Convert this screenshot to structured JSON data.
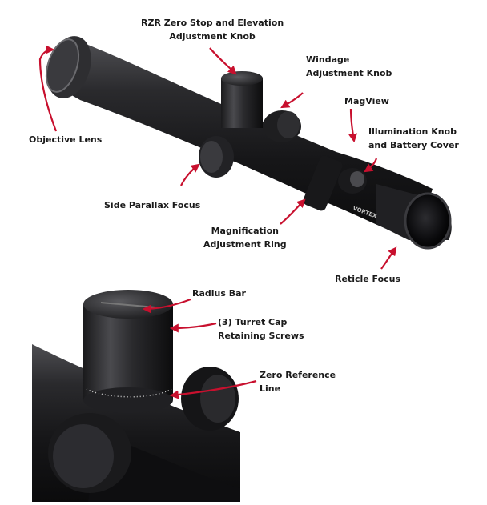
{
  "colors": {
    "background": "#ffffff",
    "scope_body": "#1c1c1e",
    "scope_highlight": "#5a5a5e",
    "lens_glass": "#0e0e10",
    "callout_arrow": "#c8102e",
    "label_text": "#1a1a1a"
  },
  "brand_text": "VORTEX",
  "labels": {
    "zero_stop": "RZR Zero Stop and Elevation\nAdjustment Knob",
    "windage": "Windage\nAdjustment Knob",
    "magview": "MagView",
    "illumination": "Illumination Knob\nand Battery Cover",
    "objective": "Objective Lens",
    "parallax": "Side Parallax Focus",
    "magnification": "Magnification\nAdjustment Ring",
    "reticle": "Reticle Focus",
    "radius_bar": "Radius Bar",
    "retaining_screws": "(3) Turret Cap\nRetaining Screws",
    "zero_reference": "Zero Reference\nLine"
  }
}
